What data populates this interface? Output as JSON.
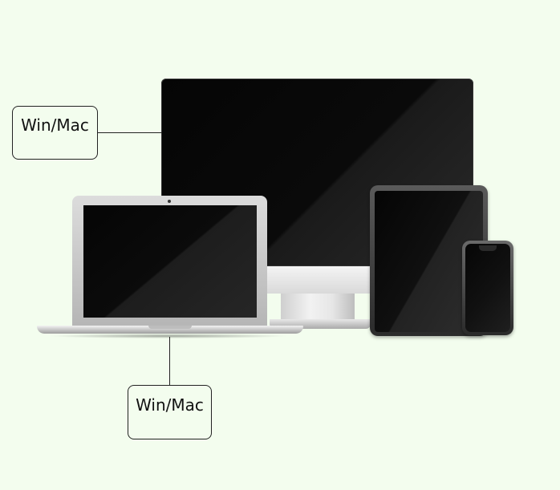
{
  "callouts": {
    "top_label": "Win/Mac",
    "bottom_label": "Win/Mac"
  },
  "devices": [
    "desktop-monitor",
    "laptop",
    "tablet",
    "smartphone"
  ],
  "colors": {
    "background": "#f3fdee",
    "screen": "#050505",
    "frame_silver": "#d9d9d9"
  }
}
